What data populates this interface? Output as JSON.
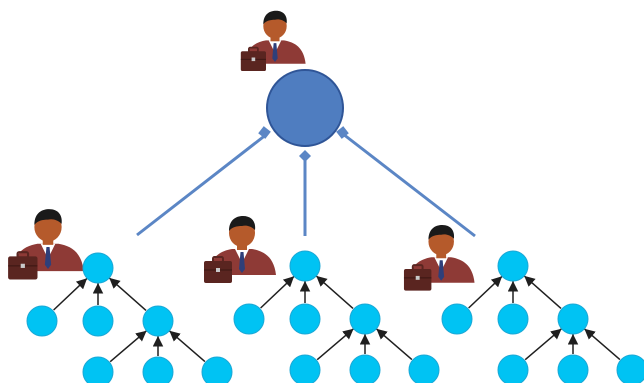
{
  "diagram": {
    "type": "hierarchy",
    "colors": {
      "root_fill": "#4F7DC0",
      "root_stroke": "#2F5597",
      "connector": "#5B86C5",
      "node_fill": "#00C3F3",
      "node_stroke": "#1AA8D6",
      "tree_edge": "#1F1F1F",
      "skin": "#B55A2B",
      "hair": "#1A1A1A",
      "suit": "#8E3A36",
      "shirt": "#FFFFFF",
      "tie": "#2E3F7A",
      "briefcase": "#5A2520"
    },
    "icons": [
      "businessman-icon",
      "briefcase-icon"
    ],
    "root": {
      "icon": "businessman-icon",
      "node": "root-node"
    },
    "connectors": [
      {
        "from": "root",
        "to": "subtree-left",
        "end_marker": "square"
      },
      {
        "from": "root",
        "to": "subtree-center",
        "end_marker": "diamond"
      },
      {
        "from": "root",
        "to": "subtree-right",
        "end_marker": "square"
      }
    ],
    "subtrees": [
      {
        "name": "subtree-left",
        "icon": "businessman-icon",
        "nodes": 7,
        "edges": 6,
        "leaves": 5
      },
      {
        "name": "subtree-center",
        "icon": "businessman-icon",
        "nodes": 7,
        "edges": 6,
        "leaves": 5
      },
      {
        "name": "subtree-right",
        "icon": "businessman-icon",
        "nodes": 7,
        "edges": 6,
        "leaves": 5
      }
    ]
  }
}
